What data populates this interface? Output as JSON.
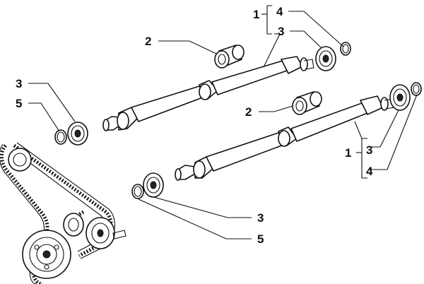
{
  "callouts": {
    "upper_shaft_group": "1",
    "upper_shaft_seal_ring": "4",
    "upper_shaft_bearing_right": "3",
    "upper_bushing": "2",
    "upper_bearing_left": "3",
    "upper_seal_ring_left": "5",
    "lower_bushing": "2",
    "lower_shaft_group": "1",
    "lower_bearing_right": "3",
    "lower_seal_ring_right": "4",
    "lower_bearing_left": "3",
    "lower_seal_ring_left": "5"
  }
}
